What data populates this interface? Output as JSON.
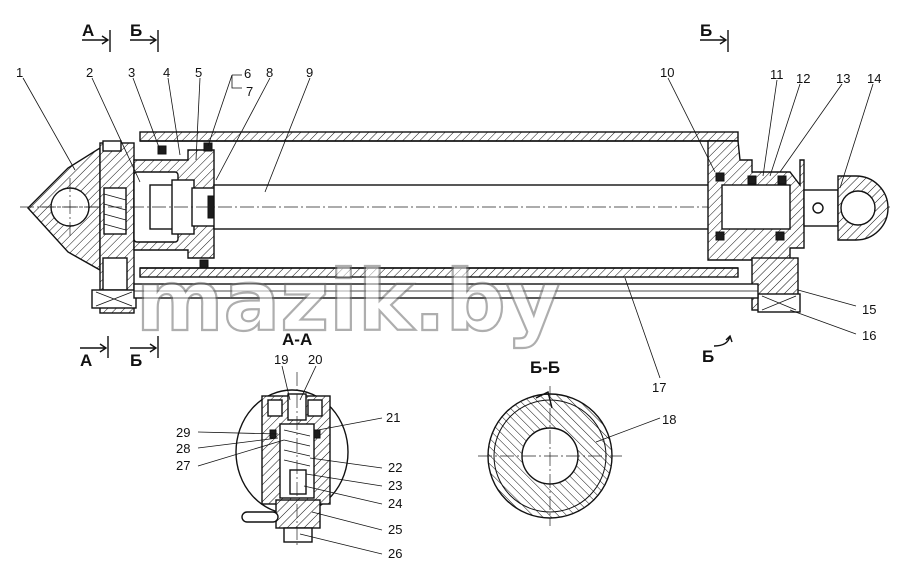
{
  "section_marks": {
    "a_left_top": "А",
    "b_left_top": "Б",
    "b_right_top": "Б",
    "a_left_bottom": "А",
    "b_left_bottom": "Б",
    "b_right_bottom": "Б"
  },
  "section_titles": {
    "aa": "А-А",
    "bb": "Б-Б"
  },
  "part_numbers": [
    "1",
    "2",
    "3",
    "4",
    "5",
    "6",
    "7",
    "8",
    "9",
    "10",
    "11",
    "12",
    "13",
    "14",
    "15",
    "16",
    "17",
    "18",
    "19",
    "20",
    "21",
    "22",
    "23",
    "24",
    "25",
    "26",
    "27",
    "28",
    "29"
  ],
  "watermark": "mazik.by"
}
